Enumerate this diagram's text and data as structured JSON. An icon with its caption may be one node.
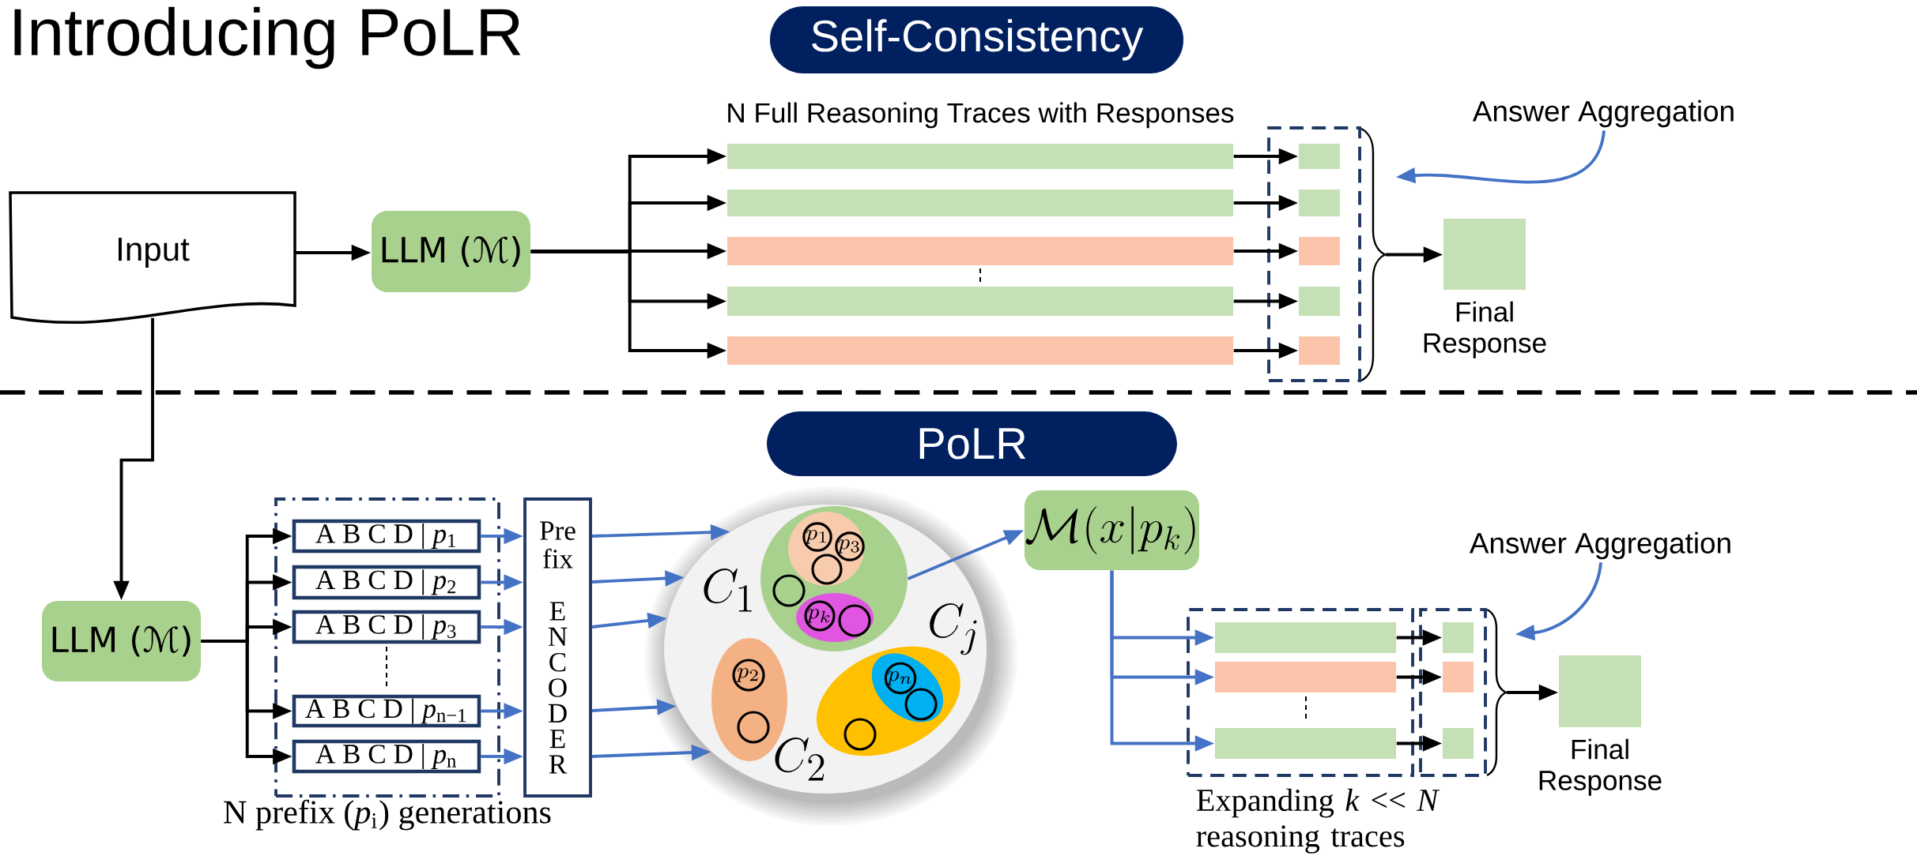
{
  "diagram": {
    "title": "Introducing PoLR",
    "nodes": [
      {
        "text": [
          "Self-Consistency"
        ]
      },
      {
        "text": [
          "Input"
        ]
      },
      {
        "text": [
          "LLM (ℳ)"
        ]
      },
      {
        "text": [],
        "shape": "bar"
      },
      {
        "text": [],
        "shape": "bar"
      },
      {
        "text": [],
        "shape": "bar"
      },
      {
        "text": [],
        "shape": "bar"
      },
      {
        "text": [],
        "shape": "bar"
      },
      {
        "text": [],
        "shape": "box"
      },
      {
        "text": [],
        "shape": "bar",
        "in": 8
      },
      {
        "text": [],
        "shape": "bar",
        "in": 8
      },
      {
        "text": [],
        "shape": "bar",
        "in": 8
      },
      {
        "text": [],
        "shape": "bar",
        "in": 8
      },
      {
        "text": [],
        "shape": "bar",
        "in": 8
      },
      {
        "text": [],
        "shape": "brace"
      },
      {
        "text": [
          "Final Response"
        ]
      },
      {
        "text": [
          "Answer Aggregation"
        ]
      },
      {
        "text": [
          "PoLR"
        ]
      },
      {
        "text": [
          "LLM (ℳ)"
        ]
      },
      {
        "text": [
          "N prefix (*p*$_{i}$) generations"
        ]
      },
      {
        "text": [
          "A B C D | *p*$_{1}$"
        ],
        "in": 19
      },
      {
        "text": [
          "A B C D | *p*$_{2}$"
        ],
        "in": 19
      },
      {
        "text": [
          "A B C D | *p*$_{3}$"
        ],
        "in": 19
      },
      {
        "text": [
          "A B C D | *p*$_{n−1}$"
        ],
        "in": 19
      },
      {
        "text": [
          "A B C D | *p*$_{n}$"
        ],
        "in": 19
      },
      {
        "text": [
          "Pre fix",
          "E N C O D E R"
        ]
      },
      {
        "text": [],
        "shape": "ellipse"
      },
      {
        "text": [],
        "shape": "circle",
        "in": 26,
        "beside": [
          "C_1"
        ]
      },
      {
        "text": [],
        "shape": "circle",
        "in": 27
      },
      {
        "text": [
          "p_1"
        ],
        "in": 28
      },
      {
        "text": [
          "p_3"
        ],
        "in": 28
      },
      {
        "text": [],
        "shape": "circle",
        "in": 28
      },
      {
        "text": [],
        "shape": "circle",
        "in": 27
      },
      {
        "text": [],
        "shape": "ellipse",
        "in": 27
      },
      {
        "text": [
          "p_k"
        ],
        "in": 33
      },
      {
        "text": [],
        "shape": "circle",
        "in": 33
      },
      {
        "text": [],
        "shape": "ellipse",
        "in": 26,
        "beside": [
          "C_2"
        ]
      },
      {
        "text": [
          "p_2"
        ],
        "in": 36
      },
      {
        "text": [],
        "shape": "circle",
        "in": 36
      },
      {
        "text": [],
        "shape": "ellipse",
        "in": 26,
        "beside": [
          "C_j"
        ]
      },
      {
        "text": [],
        "shape": "ellipse",
        "in": 39
      },
      {
        "text": [
          "p_n"
        ],
        "in": 40
      },
      {
        "text": [],
        "shape": "circle",
        "in": 40
      },
      {
        "text": [],
        "shape": "circle",
        "in": 39
      },
      {
        "text": [
          "\\mathcal{M}(x|p_k)"
        ]
      },
      {
        "text": [
          "Expanding *k* << *N* reasoning traces"
        ]
      },
      {
        "text": [],
        "shape": "bar",
        "in": 45
      },
      {
        "text": [],
        "shape": "bar",
        "in": 45
      },
      {
        "text": [],
        "shape": "bar",
        "in": 45
      },
      {
        "text": [],
        "shape": "box"
      },
      {
        "text": [],
        "shape": "bar",
        "in": 49
      },
      {
        "text": [],
        "shape": "bar",
        "in": 49
      },
      {
        "text": [],
        "shape": "bar",
        "in": 49
      },
      {
        "text": [],
        "shape": "brace"
      },
      {
        "text": [
          "Final Response"
        ]
      },
      {
        "text": [
          "Answer Aggregation"
        ]
      }
    ],
    "edges": [
      {
        "from": 1,
        "to": 2,
        "arrow": "to"
      },
      {
        "from": 2,
        "to": 3,
        "arrow": "to"
      },
      {
        "from": 2,
        "to": 4,
        "arrow": "to"
      },
      {
        "from": 2,
        "to": 5,
        "arrow": "to"
      },
      {
        "from": 2,
        "to": 6,
        "arrow": "to"
      },
      {
        "from": 2,
        "to": 7,
        "arrow": "to"
      },
      {
        "from": 3,
        "to": 9,
        "arrow": "to"
      },
      {
        "from": 4,
        "to": 10,
        "arrow": "to"
      },
      {
        "from": 5,
        "to": 11,
        "arrow": "to"
      },
      {
        "from": 6,
        "to": 12,
        "arrow": "to"
      },
      {
        "from": 7,
        "to": 13,
        "arrow": "to"
      },
      {
        "from": 14,
        "to": 15,
        "arrow": "to"
      },
      {
        "from": 16,
        "to": 14,
        "arrow": "to",
        "color": "#4472c4"
      },
      {
        "from": 1,
        "to": 18,
        "arrow": "to"
      },
      {
        "from": 18,
        "to": 20,
        "arrow": "to"
      },
      {
        "from": 18,
        "to": 21,
        "arrow": "to"
      },
      {
        "from": 18,
        "to": 22,
        "arrow": "to"
      },
      {
        "from": 18,
        "to": 23,
        "arrow": "to"
      },
      {
        "from": 18,
        "to": 24,
        "arrow": "to"
      },
      {
        "from": 20,
        "to": 25,
        "arrow": "to",
        "color": "#4472c4"
      },
      {
        "from": 21,
        "to": 25,
        "arrow": "to",
        "color": "#4472c4"
      },
      {
        "from": 22,
        "to": 25,
        "arrow": "to",
        "color": "#4472c4"
      },
      {
        "from": 23,
        "to": 25,
        "arrow": "to",
        "color": "#4472c4"
      },
      {
        "from": 24,
        "to": 25,
        "arrow": "to",
        "color": "#4472c4"
      },
      {
        "from": 25,
        "to": 26,
        "arrow": "to",
        "color": "#4472c4"
      },
      {
        "from": 25,
        "to": 26,
        "arrow": "to",
        "color": "#4472c4"
      },
      {
        "from": 25,
        "to": 26,
        "arrow": "to",
        "color": "#4472c4"
      },
      {
        "from": 25,
        "to": 26,
        "arrow": "to",
        "color": "#4472c4"
      },
      {
        "from": 25,
        "to": 26,
        "arrow": "to",
        "color": "#4472c4"
      },
      {
        "from": 27,
        "to": 44,
        "arrow": "to",
        "color": "#4472c4"
      },
      {
        "from": 44,
        "to": 46,
        "arrow": "to",
        "color": "#4472c4"
      },
      {
        "from": 44,
        "to": 47,
        "arrow": "to",
        "color": "#4472c4"
      },
      {
        "from": 44,
        "to": 48,
        "arrow": "to",
        "color": "#4472c4"
      },
      {
        "from": 46,
        "to": 50,
        "arrow": "to"
      },
      {
        "from": 47,
        "to": 51,
        "arrow": "to"
      },
      {
        "from": 48,
        "to": 52,
        "arrow": "to"
      },
      {
        "from": 53,
        "to": 54,
        "arrow": "to"
      },
      {
        "from": 55,
        "to": 53,
        "arrow": "to",
        "color": "#4472c4"
      }
    ],
    "labels": [
      "N Full Reasoning Traces with Responses"
    ]
  }
}
